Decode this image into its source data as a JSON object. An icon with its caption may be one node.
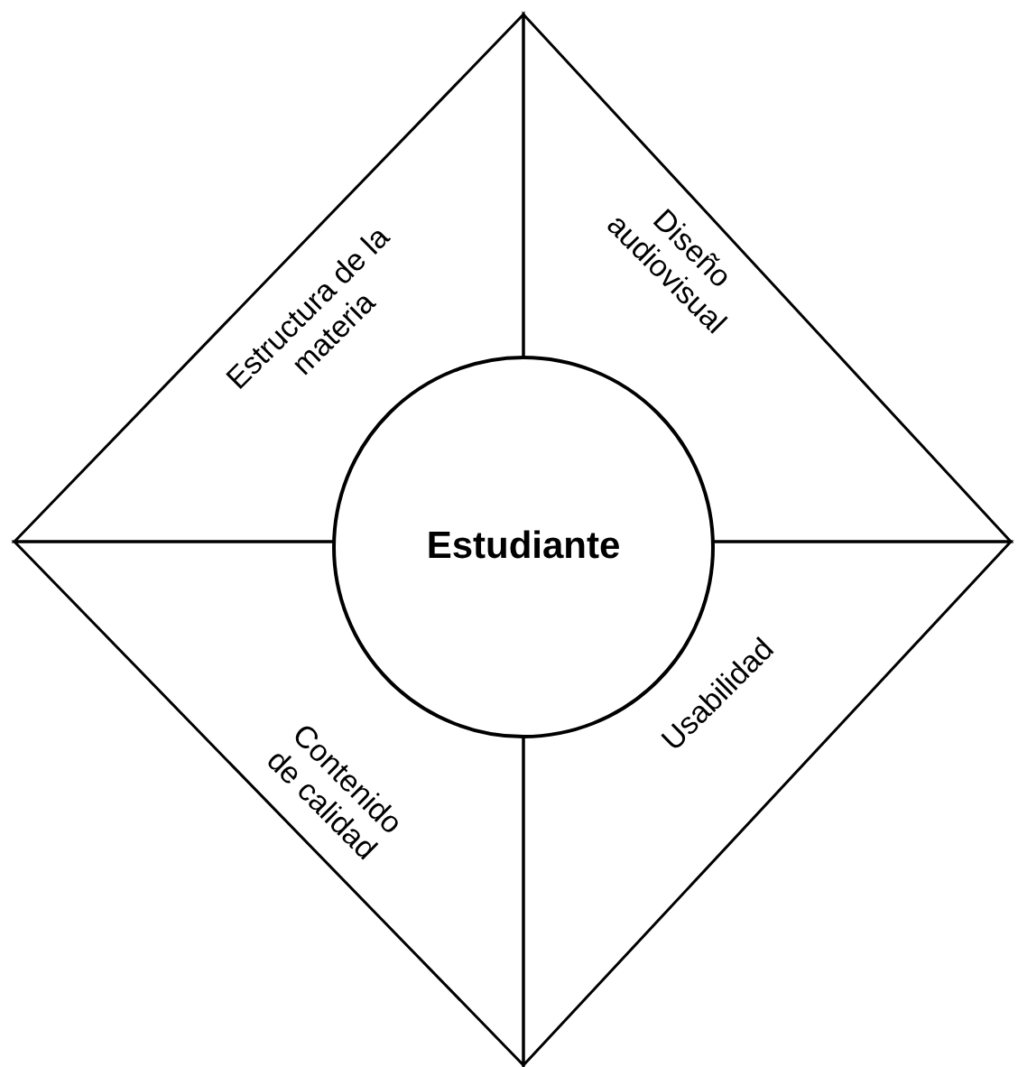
{
  "diagram": {
    "nodes": [
      {
        "text": [
          "Estructura de la materia"
        ]
      },
      {
        "text": [
          "Diseño audiovisual"
        ]
      },
      {
        "text": [
          "Estudiante"
        ]
      },
      {
        "text": [
          "Contenido de calidad"
        ]
      },
      {
        "text": [
          "Usabilidad"
        ]
      }
    ],
    "edges": []
  }
}
